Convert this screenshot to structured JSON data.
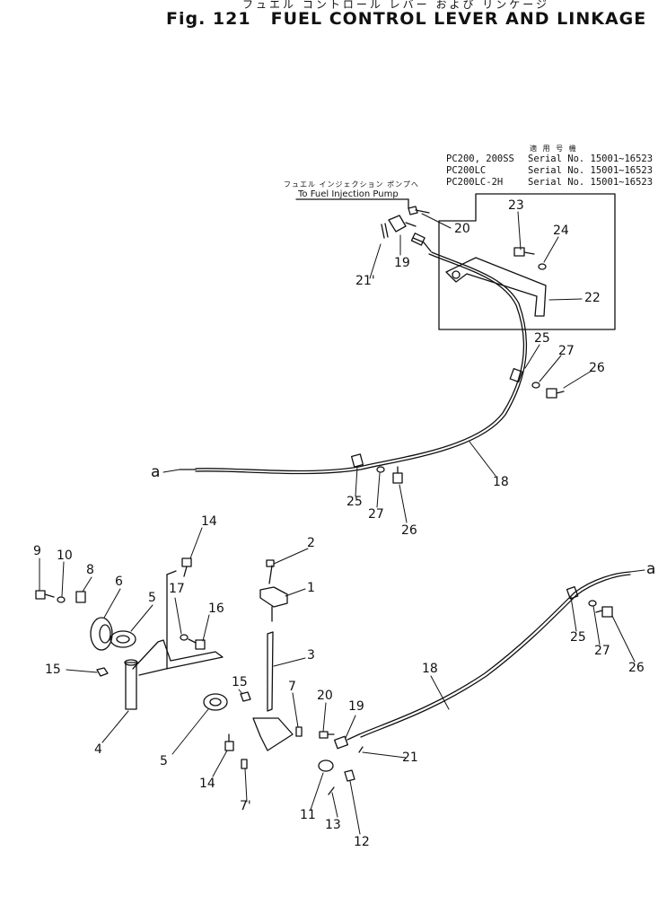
{
  "header": {
    "title_jp": "フュエル コントロール レバー および リンケージ",
    "fig_label": "Fig. 121",
    "title_en": "FUEL CONTROL LEVER AND LINKAGE"
  },
  "serial_block": {
    "heading_jp": "適 用 号 機",
    "rows": [
      {
        "model": "PC200, 200SS",
        "serial": "Serial No. 15001~16523"
      },
      {
        "model": "PC200LC",
        "serial": "Serial No. 15001~16523"
      },
      {
        "model": "PC200LC-2H",
        "serial": "Serial No. 15001~16523"
      }
    ]
  },
  "note": {
    "jp": "フュエル インジェクション ポンプへ",
    "en": "To Fuel Injection Pump"
  },
  "callouts": {
    "c1": "1",
    "c2": "2",
    "c3": "3",
    "c4": "4",
    "c5a": "5",
    "c5b": "5",
    "c6": "6",
    "c7a": "7",
    "c7b": "7'",
    "c8": "8",
    "c9": "9",
    "c10": "10",
    "c11": "11",
    "c12": "12",
    "c13": "13",
    "c14a": "14",
    "c14b": "14",
    "c15a": "15",
    "c15b": "15",
    "c16": "16",
    "c17": "17",
    "c18a": "18",
    "c18b": "18",
    "c19a": "19",
    "c19b": "19",
    "c20a": "20",
    "c20b": "20",
    "c21a": "21'",
    "c21b": "21",
    "c22": "22",
    "c23": "23",
    "c24": "24",
    "c25a": "25",
    "c25b": "25",
    "c25c": "25",
    "c26a": "26",
    "c26b": "26",
    "c26c": "26",
    "c27a": "27",
    "c27b": "27",
    "c27c": "27",
    "ca1": "a",
    "ca2": "a"
  }
}
